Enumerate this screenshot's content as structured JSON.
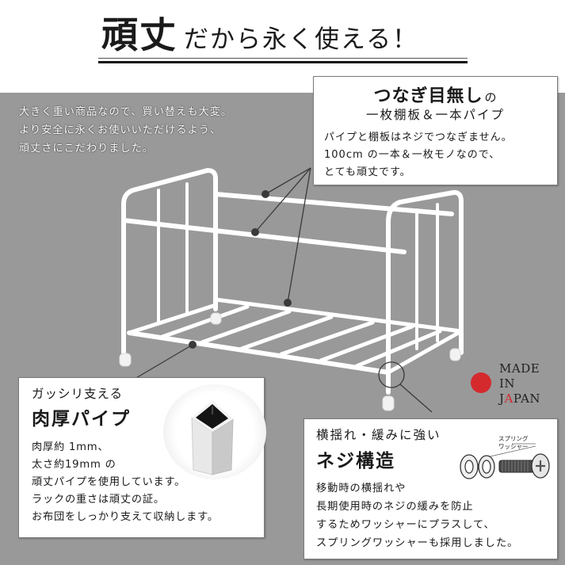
{
  "header": {
    "title_emphasis": "頑丈",
    "title_rest": "だから永く使える！"
  },
  "intro": {
    "lines": [
      "大きく重い商品なので、買い替えも大変。",
      "より安全に永くお使いいただけるよう、",
      "頑丈さにこだわりました。"
    ]
  },
  "feature_seamless": {
    "heading_main": "つなぎ目無し",
    "heading_particle": "の",
    "subheading": "一枚棚板＆一本パイプ",
    "body": [
      "パイプと棚板はネジでつなぎません。",
      "100cm の一本＆一枚モノなので、",
      "とても頑丈です。"
    ]
  },
  "feature_pipe": {
    "heading_small": "ガッシリ支える",
    "heading_main": "肉厚パイプ",
    "body": [
      "肉厚約 1mm、",
      "太さ約19mm の",
      "頑丈パイプを使用しています。",
      "ラックの重さは頑丈の証。",
      "お布団をしっかり支えて収納します。"
    ],
    "image": "square-pipe-cross-section"
  },
  "feature_screw": {
    "heading_small": "横揺れ・緩みに強い",
    "heading_main": "ネジ構造",
    "body": [
      "移動時の横揺れや",
      "長期使用時のネジの緩みを防止",
      "するためワッシャーにプラスして、",
      "スプリングワッシャーも採用しました。"
    ],
    "illustration_label": [
      "スプリング",
      "ワッシャー"
    ],
    "image": "washer-spring-washer-screw"
  },
  "made_in_japan": {
    "line1": "MADE",
    "line2": "IN",
    "line3_prefix": "J",
    "line3_red": "A",
    "line3_suffix": "PAN",
    "dot_color": "#d42a2e"
  },
  "colors": {
    "background_gray": "#999999",
    "panel": "#ffffff",
    "accent_red": "#d42a2e"
  }
}
